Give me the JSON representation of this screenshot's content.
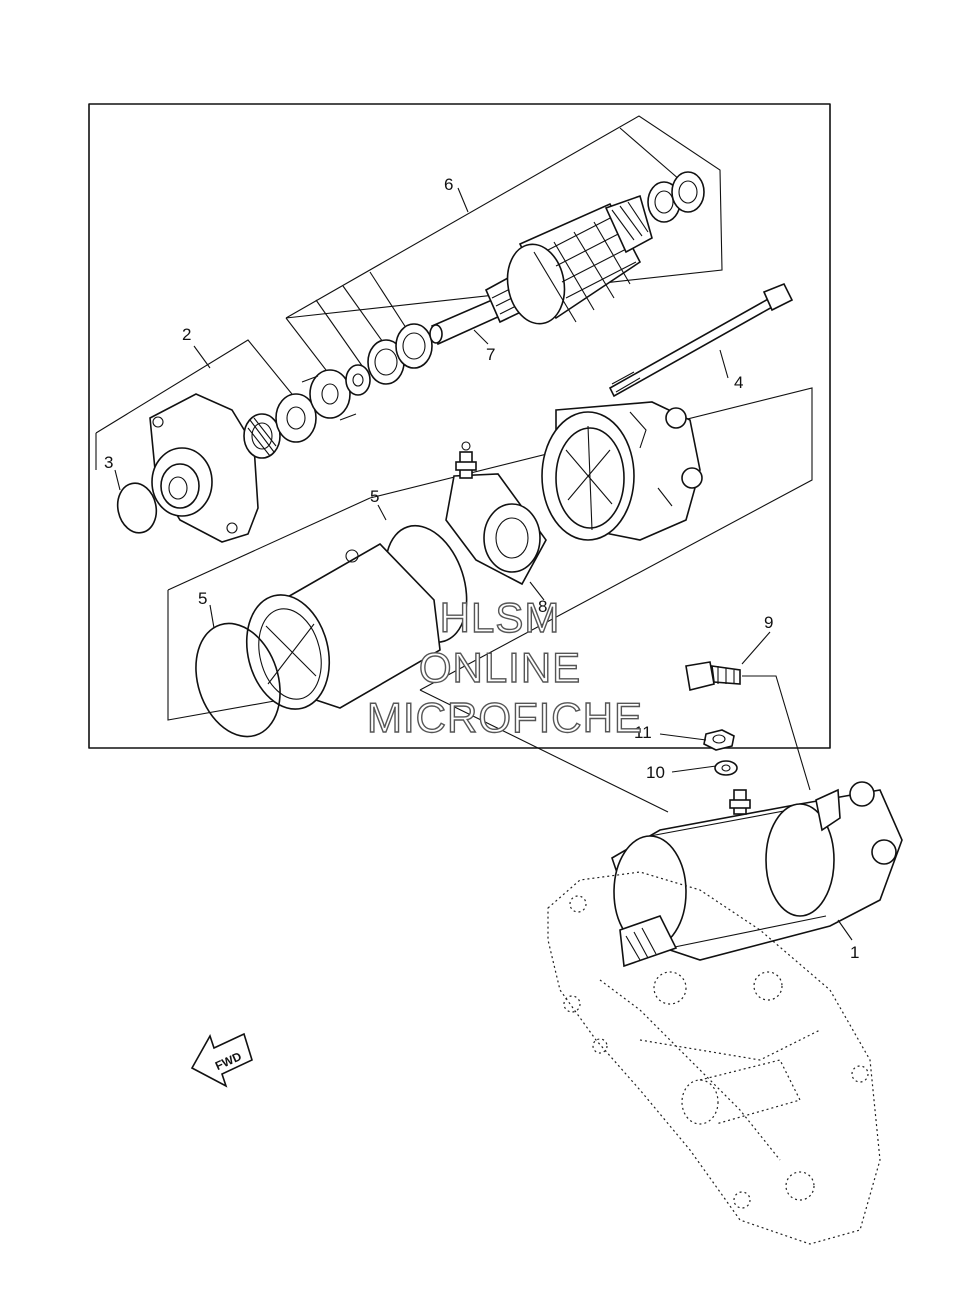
{
  "callouts": {
    "c1": "1",
    "c2": "2",
    "c3": "3",
    "c4": "4",
    "c5a": "5",
    "c5b": "5",
    "c6": "6",
    "c7": "7",
    "c8": "8",
    "c9": "9",
    "c10": "10",
    "c11": "11"
  },
  "watermark": {
    "line1": "HLSM",
    "line2": "ONLINE",
    "line3": "MICROFICHE"
  },
  "fwd_arrow": {
    "label": "FWD"
  }
}
